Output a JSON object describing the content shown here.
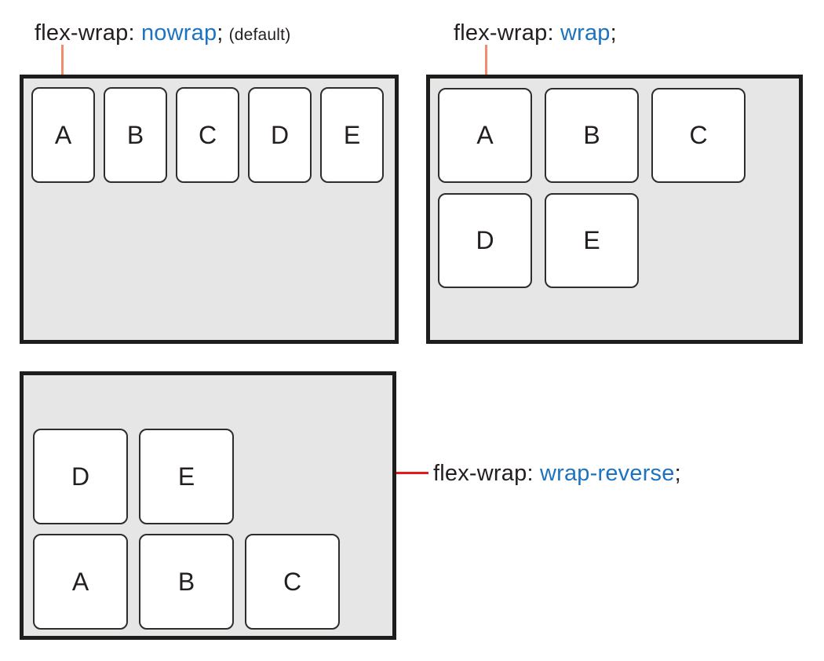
{
  "labels": {
    "nowrap": {
      "property": "flex-wrap: ",
      "keyword": "nowrap",
      "semicolon": ";",
      "note": "(default)"
    },
    "wrap": {
      "property": "flex-wrap: ",
      "keyword": "wrap",
      "semicolon": ";"
    },
    "wrap_reverse": {
      "property": "flex-wrap: ",
      "keyword": "wrap-reverse",
      "semicolon": ";"
    }
  },
  "containers": {
    "nowrap": {
      "items": [
        "A",
        "B",
        "C",
        "D",
        "E"
      ]
    },
    "wrap": {
      "items": [
        "A",
        "B",
        "C",
        "D",
        "E"
      ]
    },
    "wrap_reverse": {
      "items": [
        "A",
        "B",
        "C",
        "D",
        "E"
      ]
    }
  },
  "colors": {
    "keyword_blue": "#1e73be",
    "text_dark": "#231f20",
    "container_bg": "#e6e6e6",
    "container_border": "#1d1d1b",
    "box_bg": "#ffffff",
    "box_border": "#2e2d2c",
    "leader_top_lines": "#f28b6e",
    "leader_bottom_line": "#e8191c"
  }
}
